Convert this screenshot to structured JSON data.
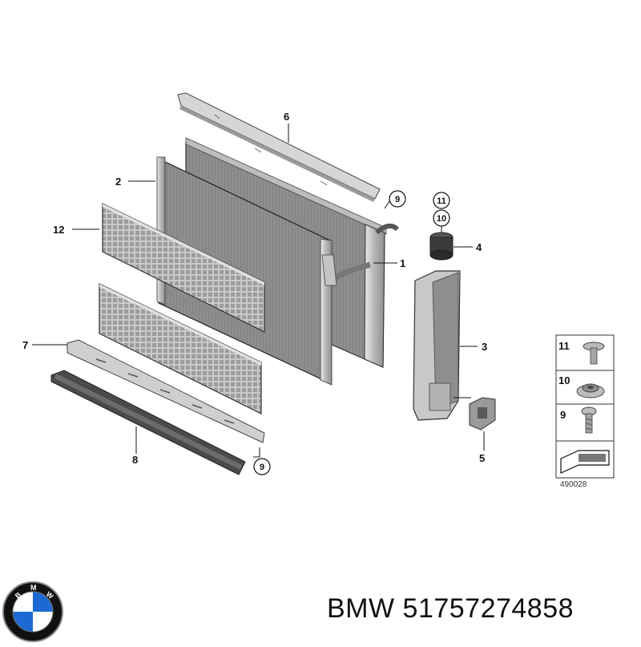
{
  "diagram": {
    "callouts": {
      "c1": "1",
      "c2": "2",
      "c3": "3",
      "c4": "4",
      "c5": "5",
      "c6": "6",
      "c7": "7",
      "c8": "8",
      "c9a": "9",
      "c9b": "9",
      "c10": "10",
      "c11": "11",
      "c12": "12"
    },
    "key_rows": [
      {
        "number": "11",
        "icon": "rivet-icon"
      },
      {
        "number": "10",
        "icon": "grommet-icon"
      },
      {
        "number": "9",
        "icon": "screw-icon"
      }
    ],
    "reference_number": "490028"
  },
  "brand": {
    "logo_letters": "BMW",
    "label": "BMW 51757274858",
    "colors": {
      "blue": "#1c69d4",
      "ring": "#111111"
    }
  }
}
